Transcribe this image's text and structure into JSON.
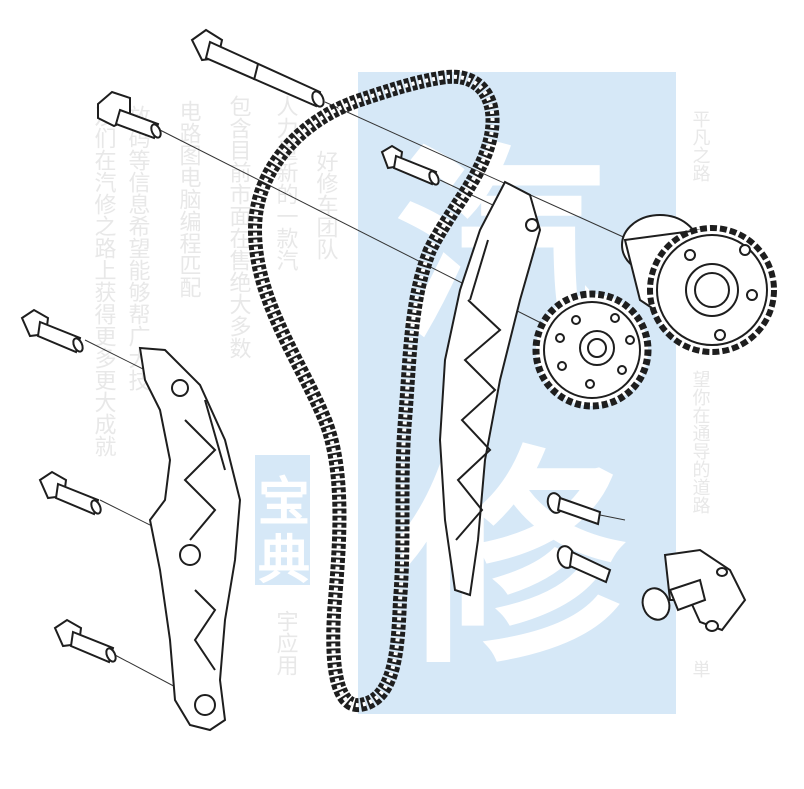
{
  "watermark": {
    "big_top": "汽",
    "big_bottom": "修",
    "small_col_1": "宝",
    "small_col_2": "典",
    "col_a": "平凡之路",
    "col_b": "望你在通导的道路",
    "col_c": "単",
    "col_d": "电路图电脑编程匹配",
    "col_e": "包含目前市面在售绝大多数",
    "col_f": "人力量新的一款汽",
    "col_g": "好修车团队",
    "col_h": "放码等信息希望能够帮广大技",
    "col_i": "及们在汽修之路上获得更多更大成就",
    "col_j": "宇应用"
  },
  "colors": {
    "line": "#1e1e1e",
    "watermark_block": "#d6e8f7",
    "watermark_text": "#ffffff"
  },
  "parts": [
    {
      "name": "guide-bolt-long"
    },
    {
      "name": "pivot-bolt-flanged"
    },
    {
      "name": "stud-bolt-upper"
    },
    {
      "name": "timing-chain"
    },
    {
      "name": "chain-guide-upper"
    },
    {
      "name": "vvt-cam-sprocket"
    },
    {
      "name": "exhaust-cam-sprocket"
    },
    {
      "name": "bolt-short-1"
    },
    {
      "name": "bolt-short-2"
    },
    {
      "name": "chain-tensioner"
    },
    {
      "name": "stud-left-1"
    },
    {
      "name": "stud-left-2"
    },
    {
      "name": "stud-left-3"
    },
    {
      "name": "tensioner-rail-lower"
    }
  ]
}
